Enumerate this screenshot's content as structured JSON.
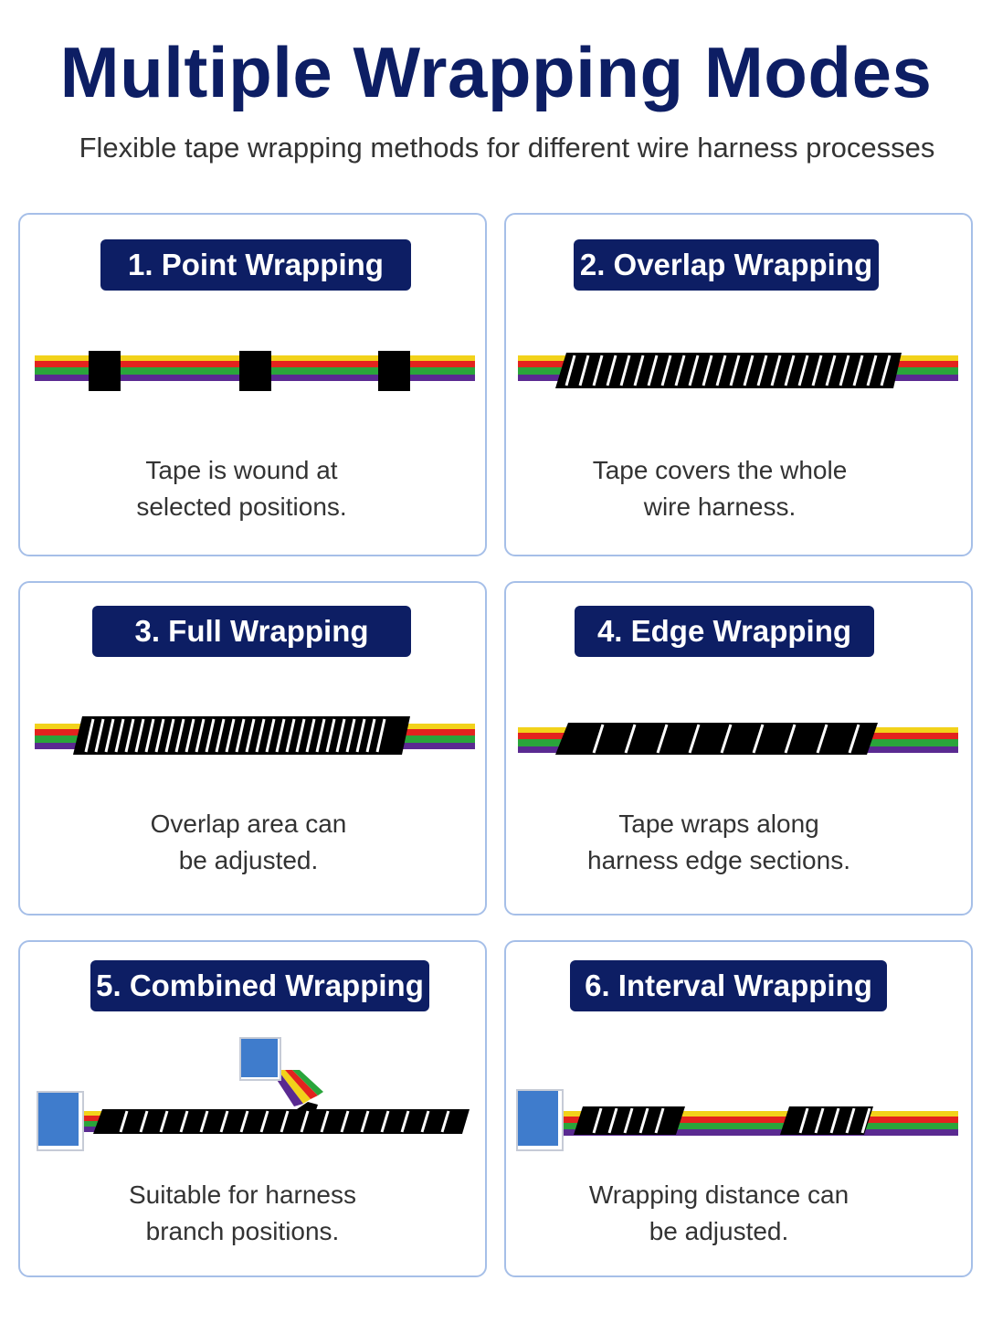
{
  "header": {
    "title": "Multiple Wrapping Modes",
    "subtitle": "Flexible tape wrapping methods for different wire harness processes"
  },
  "colors": {
    "navy": "#0d1e64",
    "card_border": "#a6bfe8",
    "tape": "#000000",
    "wire_yellow": "#f2d21a",
    "wire_red": "#e3231e",
    "wire_green": "#2aa53b",
    "wire_purple": "#5a2a91",
    "connector_blue": "#3f7ccc"
  },
  "modes": [
    {
      "label": "1. Point Wrapping",
      "desc_line1": "Tape is wound at",
      "desc_line2": "selected positions.",
      "illustration_icon": "point-wrap-illustration"
    },
    {
      "label": "2. Overlap Wrapping",
      "desc_line1": "Tape covers the whole",
      "desc_line2": "wire harness.",
      "illustration_icon": "overlap-wrap-illustration"
    },
    {
      "label": "3. Full Wrapping",
      "desc_line1": "Overlap area can",
      "desc_line2": "be adjusted.",
      "illustration_icon": "full-wrap-illustration"
    },
    {
      "label": "4. Edge Wrapping",
      "desc_line1": "Tape wraps along",
      "desc_line2": "harness edge sections.",
      "illustration_icon": "edge-wrap-illustration"
    },
    {
      "label": "5. Combined Wrapping",
      "desc_line1": "Suitable for harness",
      "desc_line2": "branch positions.",
      "illustration_icon": "combined-wrap-illustration"
    },
    {
      "label": "6. Interval Wrapping",
      "desc_line1": "Wrapping distance can",
      "desc_line2": "be adjusted.",
      "illustration_icon": "interval-wrap-illustration"
    }
  ]
}
